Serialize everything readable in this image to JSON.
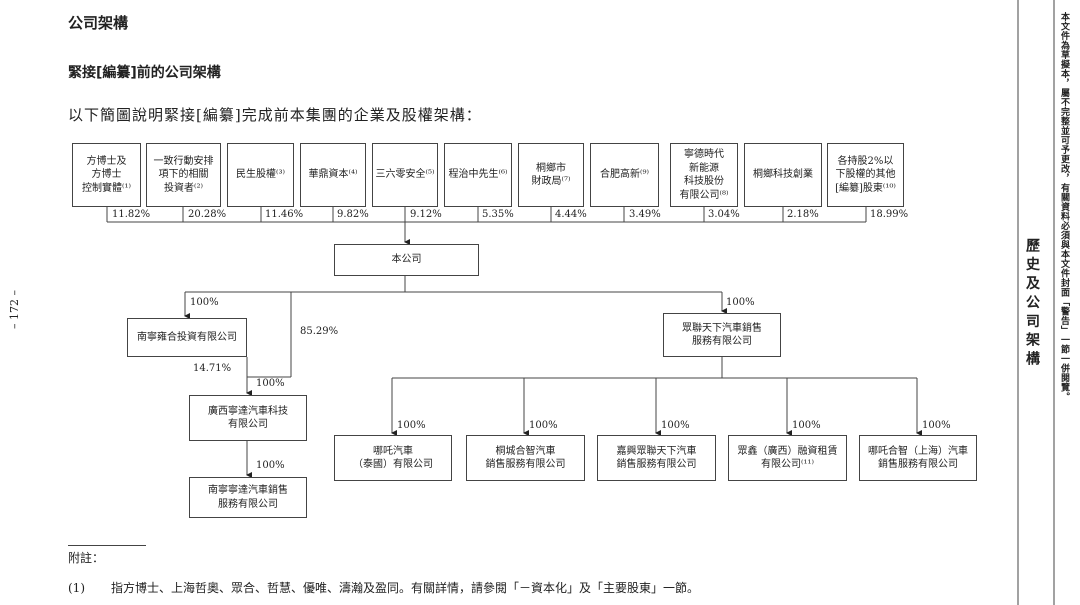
{
  "heading": "公司架構",
  "subheading": "緊接[編纂]前的公司架構",
  "intro": "以下簡圖說明緊接[編纂]完成前本集團的企業及股權架構：",
  "shareholders": [
    {
      "name": "方博士及\n方博士\n控制實體⁽¹⁾",
      "pct": "11.82%"
    },
    {
      "name": "一致行動安排\n項下的相關\n投資者⁽²⁾",
      "pct": "20.28%"
    },
    {
      "name": "民生股權⁽³⁾",
      "pct": "11.46%"
    },
    {
      "name": "華鼎資本⁽⁴⁾",
      "pct": "9.82%"
    },
    {
      "name": "三六零安全⁽⁵⁾",
      "pct": "9.12%"
    },
    {
      "name": "程治中先生⁽⁶⁾",
      "pct": "5.35%"
    },
    {
      "name": "桐鄉市\n財政局⁽⁷⁾",
      "pct": "4.44%"
    },
    {
      "name": "合肥高新⁽⁹⁾",
      "pct": "3.49%"
    },
    {
      "name": "寧德時代\n新能源\n科技股份\n有限公司⁽⁸⁾",
      "pct": "3.04%"
    },
    {
      "name": "桐鄉科技創業",
      "pct": "2.18%"
    },
    {
      "name": "各持股2%以\n下股權的其他\n[編纂]股東⁽¹⁰⁾",
      "pct": "18.99%"
    }
  ],
  "company": "本公司",
  "left_branch": {
    "sub1": "南寧雍合投資有限公司",
    "sub1_pct": "100%",
    "direct_pct": "85.29%",
    "sub1_to_sub2_pct": "14.71%",
    "sub2": "廣西寧達汽車科技\n有限公司",
    "sub2_pct": "100%",
    "sub3": "南寧寧達汽車銷售\n服務有限公司",
    "sub3_pct": "100%"
  },
  "right_branch": {
    "parent": "眾聯天下汽車銷售\n服務有限公司",
    "parent_pct": "100%",
    "children": [
      {
        "name": "哪吒汽車\n（泰國）有限公司",
        "pct": "100%"
      },
      {
        "name": "桐城合智汽車\n銷售服務有限公司",
        "pct": "100%"
      },
      {
        "name": "嘉興眾聯天下汽車\n銷售服務有限公司",
        "pct": "100%"
      },
      {
        "name": "眾鑫（廣西）融資租賃\n有限公司⁽¹¹⁾",
        "pct": "100%"
      },
      {
        "name": "哪吒合智（上海）汽車\n銷售服務有限公司",
        "pct": "100%"
      }
    ]
  },
  "notes_label": "附註：",
  "notes": [
    {
      "num": "(1)",
      "text": "指方博士、上海哲奧、眾合、哲慧、優唯、濤瀚及盈同。有關詳情，請參閱「－資本化」及「主要股東」一節。"
    }
  ],
  "page_number": "– 172 –",
  "side_title": "歷 史 及 公 司 架 構",
  "side_warning": "本文件為草擬本，屬不完整並可予更改，有關資料必須與本文件封面「警告」一節一併閱覽。"
}
